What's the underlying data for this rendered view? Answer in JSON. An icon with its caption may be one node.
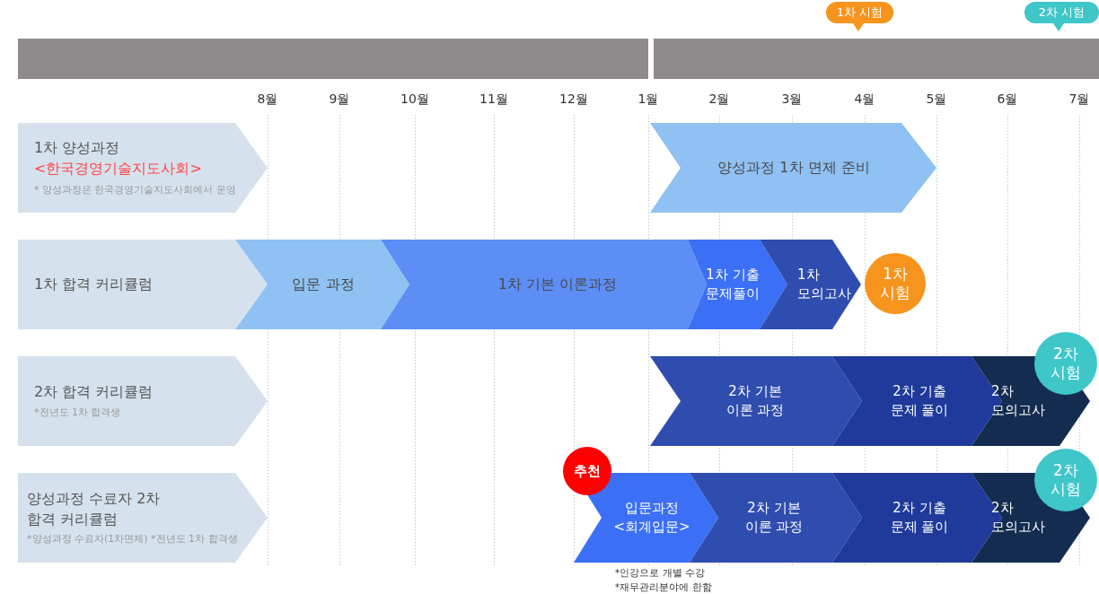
{
  "diagram": {
    "nodes": [
      {
        "text": [
          "1차 시험"
        ]
      },
      {
        "text": [
          "2차 시험"
        ]
      },
      {
        "text": [
          "1차 양성과정",
          "<한국경영기술지도사회>",
          "* 양성과정은 한국경영기술지도사회에서 운영"
        ]
      },
      {
        "text": [
          "양성과정 1차 면제 준비"
        ]
      },
      {
        "text": [
          "1차 합격 커리큘럼"
        ]
      },
      {
        "text": [
          "입문 과정"
        ]
      },
      {
        "text": [
          "1차 기본 이론과정"
        ]
      },
      {
        "text": [
          "1차 기출 문제풀이"
        ]
      },
      {
        "text": [
          "1차 모의고사"
        ]
      },
      {
        "text": [
          "1차 시험"
        ]
      },
      {
        "text": [
          "2차 합격 커리큘럼",
          "*전년도 1차 합격생"
        ]
      },
      {
        "text": [
          "2차 기본 이론 과정"
        ]
      },
      {
        "text": [
          "2차 기출 문제 풀이"
        ]
      },
      {
        "text": [
          "2차 모의고사"
        ]
      },
      {
        "text": [
          "2차 시험"
        ]
      },
      {
        "text": [
          "양성과정 수료자 2차 합격 커리큘럼",
          "*양성과정 수료자(1차면제) *전년도 1차 합격생"
        ]
      },
      {
        "text": [
          "추천"
        ]
      },
      {
        "text": [
          "입문과정 <회계입문>"
        ],
        "beside": [
          "*인강으로 개별 수강",
          "*재무관리분야에 한함"
        ]
      },
      {
        "text": [
          "2차 기본 이론 과정"
        ]
      },
      {
        "text": [
          "2차 기출 문제 풀이"
        ]
      },
      {
        "text": [
          "2차 모의고사"
        ]
      },
      {
        "text": [
          "2차 시험"
        ]
      }
    ],
    "labels": [
      "8월",
      "9월",
      "10월",
      "11월",
      "12월",
      "1월",
      "2월",
      "3월",
      "4월",
      "5월",
      "6월",
      "7월"
    ]
  }
}
